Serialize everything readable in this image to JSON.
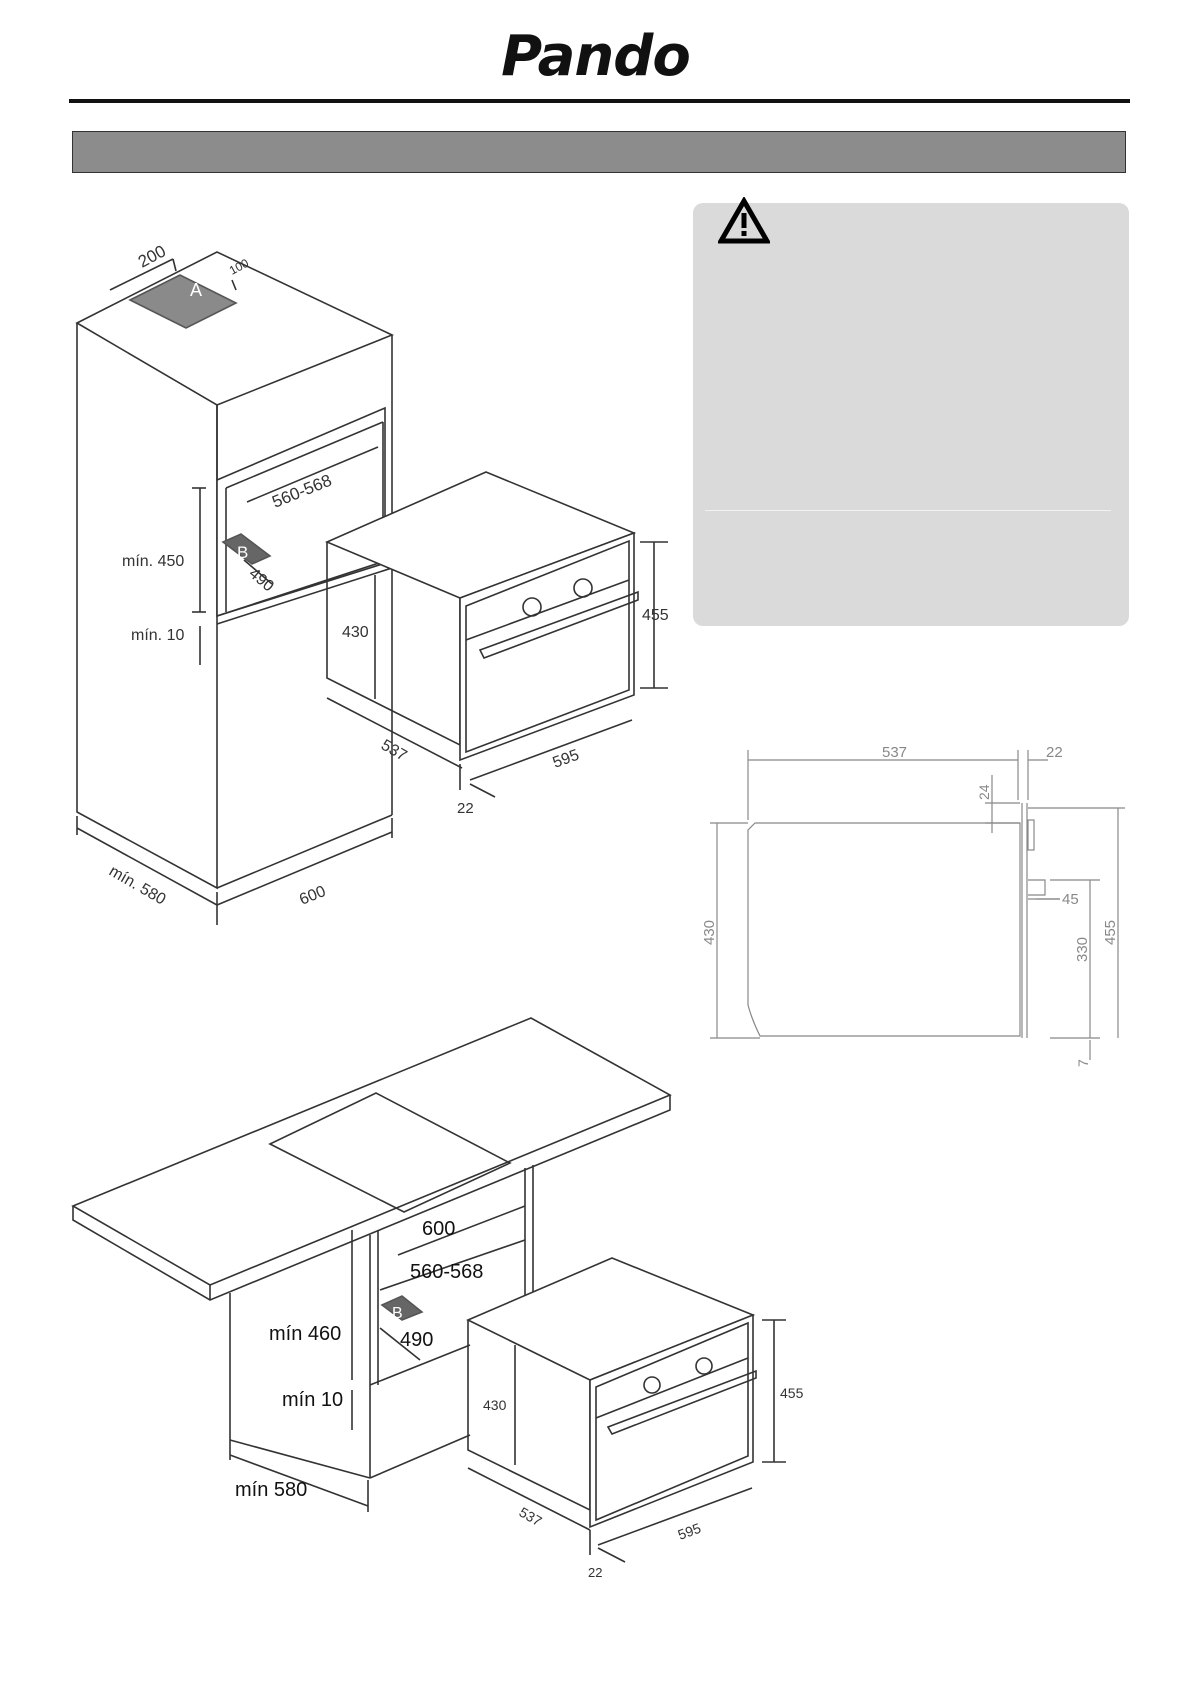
{
  "brand": "Pando",
  "warning_icon": "warning-triangle-icon",
  "fig1": {
    "zone_a": "A",
    "zone_b": "B",
    "dim_200": "200",
    "dim_100": "100",
    "dim_560_568": "560-568",
    "dim_490": "490",
    "min_450": "mín. 450",
    "min_10": "mín. 10",
    "oven_430": "430",
    "oven_455": "455",
    "oven_537": "537",
    "oven_595": "595",
    "oven_22": "22",
    "min_580": "mín. 580",
    "dim_600": "600"
  },
  "fig2": {
    "depth_537": "537",
    "door_22": "22",
    "top_24": "24",
    "handle_45": "45",
    "height_430": "430",
    "door_330": "330",
    "total_455": "455",
    "bottom_7": "7"
  },
  "fig3": {
    "dim_600": "600",
    "dim_560_568": "560-568",
    "zone_b": "B",
    "dim_490": "490",
    "min_460": "mín 460",
    "min_10": "mín 10",
    "min_580": "mín 580",
    "oven_430": "430",
    "oven_455": "455",
    "oven_537": "537",
    "oven_595": "595",
    "oven_22": "22"
  }
}
